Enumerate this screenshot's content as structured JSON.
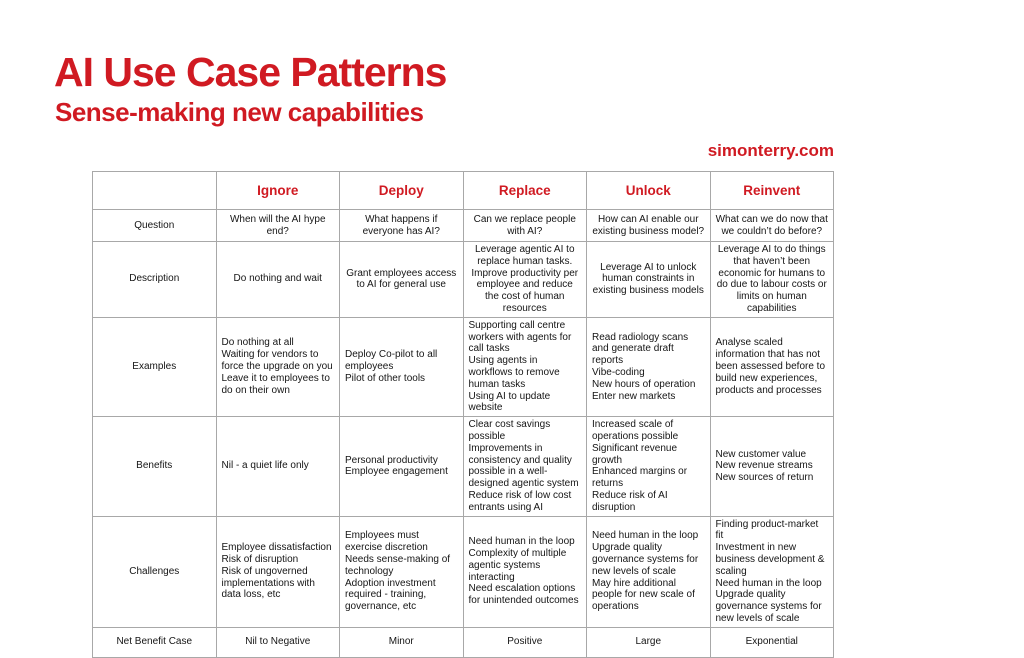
{
  "theme": {
    "accent_color": "#d01a22",
    "table_border_color": "#a8a8a8",
    "body_text_color": "#151515"
  },
  "header": {
    "title": "AI Use Case Patterns",
    "subtitle": "Sense-making new capabilities",
    "attribution": "simonterry.com"
  },
  "table": {
    "columns": [
      "",
      "Ignore",
      "Deploy",
      "Replace",
      "Unlock",
      "Reinvent"
    ],
    "rows": [
      {
        "label": "Question",
        "cells": [
          "When will the AI hype end?",
          "What happens if everyone has AI?",
          "Can we replace people with AI?",
          "How can AI enable our existing business model?",
          "What can we do now that we couldn’t do before?"
        ]
      },
      {
        "label": "Description",
        "cells": [
          "Do nothing and wait",
          "Grant employees access to AI for general use",
          "Leverage agentic AI to replace human tasks. Improve productivity per employee and reduce the cost of human resources",
          "Leverage AI to unlock human constraints in existing business models",
          "Leverage AI to do things that haven’t been economic for humans to do due to labour costs or limits on human capabilities"
        ]
      },
      {
        "label": "Examples",
        "cells": [
          "Do nothing at all\nWaiting for vendors to force the upgrade on you\nLeave it to employees to do on their own",
          "Deploy Co-pilot to all employees\nPilot of other tools",
          "Supporting call centre workers with agents for call tasks\nUsing agents in workflows to remove human tasks\nUsing AI to update website",
          "Read radiology scans and generate draft reports\nVibe-coding\nNew hours of operation\nEnter new markets",
          "Analyse scaled information that has not been assessed before to build new experiences, products and processes"
        ]
      },
      {
        "label": "Benefits",
        "cells": [
          "Nil - a quiet life only",
          "Personal productivity\nEmployee engagement",
          "Clear cost savings possible\nImprovements in consistency and quality possible in a well-designed agentic system\nReduce risk of low cost entrants using AI",
          "Increased scale of operations possible\nSignificant revenue growth\nEnhanced margins or returns\nReduce risk of AI disruption",
          "New customer value\nNew revenue streams\nNew sources of return"
        ]
      },
      {
        "label": "Challenges",
        "cells": [
          "Employee dissatisfaction\nRisk of disruption\nRisk of ungoverned implementations with data loss, etc",
          "Employees must exercise discretion\nNeeds sense-making of technology\nAdoption investment required - training, governance, etc",
          "Need human in the loop\nComplexity of multiple agentic systems interacting\nNeed escalation options for unintended outcomes",
          "Need human in the loop\nUpgrade quality governance systems for new levels of scale\nMay hire additional people for new scale of operations",
          "Finding product-market fit\nInvestment in new business development & scaling\nNeed human in the loop\nUpgrade quality governance systems for new levels of scale"
        ]
      },
      {
        "label": "Net Benefit Case",
        "cells": [
          "Nil to Negative",
          "Minor",
          "Positive",
          "Large",
          "Exponential"
        ]
      }
    ]
  }
}
